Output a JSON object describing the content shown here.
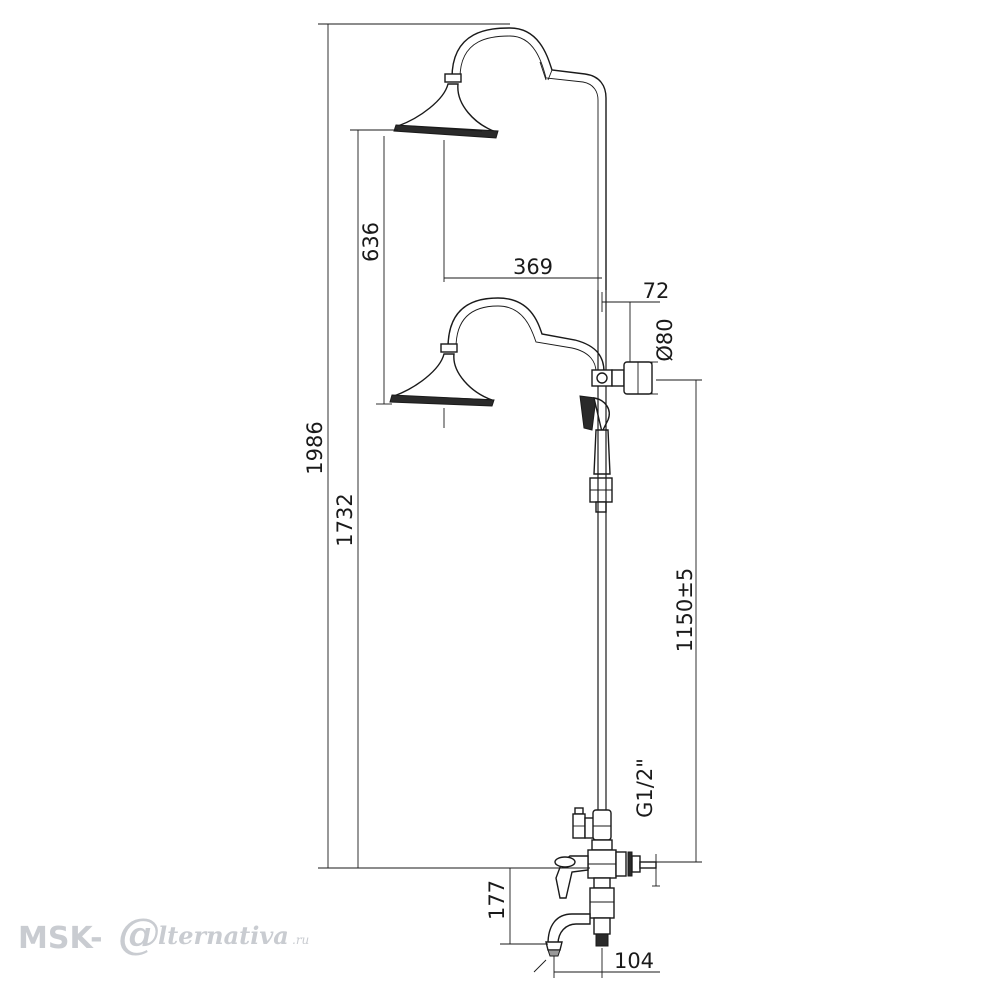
{
  "dimensions": {
    "total_height": "1986",
    "head_drop": "636",
    "upper_height": "1732",
    "arm_reach": "369",
    "wall_offset": "72",
    "diameter": "Ø80",
    "bracket_height": "1150±5",
    "thread": "G1/2\"",
    "spout_height": "177",
    "spout_reach": "104"
  },
  "watermark": {
    "brand_prefix": "MSK-",
    "brand_mark": "@",
    "brand_word": "lternativa",
    "brand_suffix": ".ru"
  },
  "colors": {
    "ink": "#1a1a1a",
    "watermark": "#c9ccd1"
  }
}
